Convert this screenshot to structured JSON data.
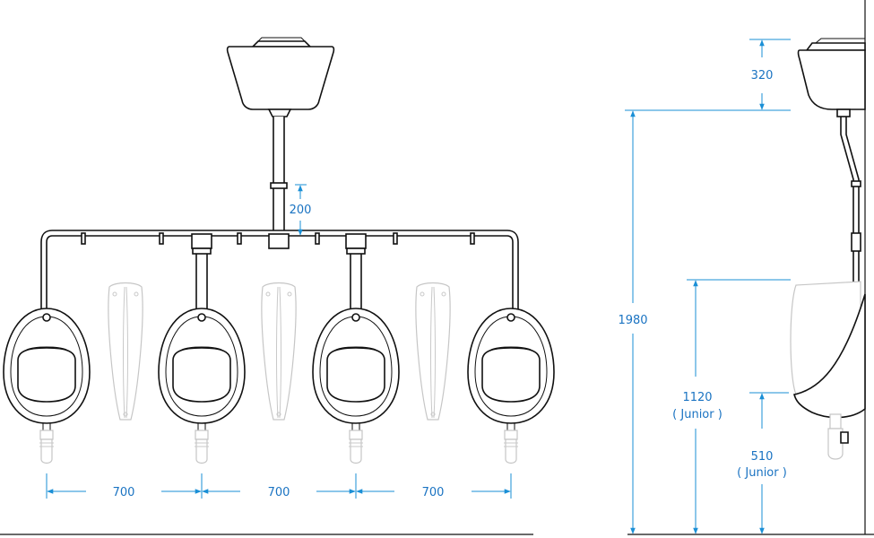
{
  "dimensions": {
    "spacing_1": "700",
    "spacing_2": "700",
    "spacing_3": "700",
    "pipe_drop": "200",
    "cistern_height": "320",
    "total_height": "1980",
    "junior_rim_height": "1120",
    "junior_rim_label": "( Junior )",
    "junior_bottom_height": "510",
    "junior_bottom_label": "( Junior )"
  },
  "colors": {
    "dimension": "#1a8fd6",
    "dimension_text": "#1a73c2",
    "outline": "#111111",
    "ghost_outline": "#c6c6c6"
  }
}
